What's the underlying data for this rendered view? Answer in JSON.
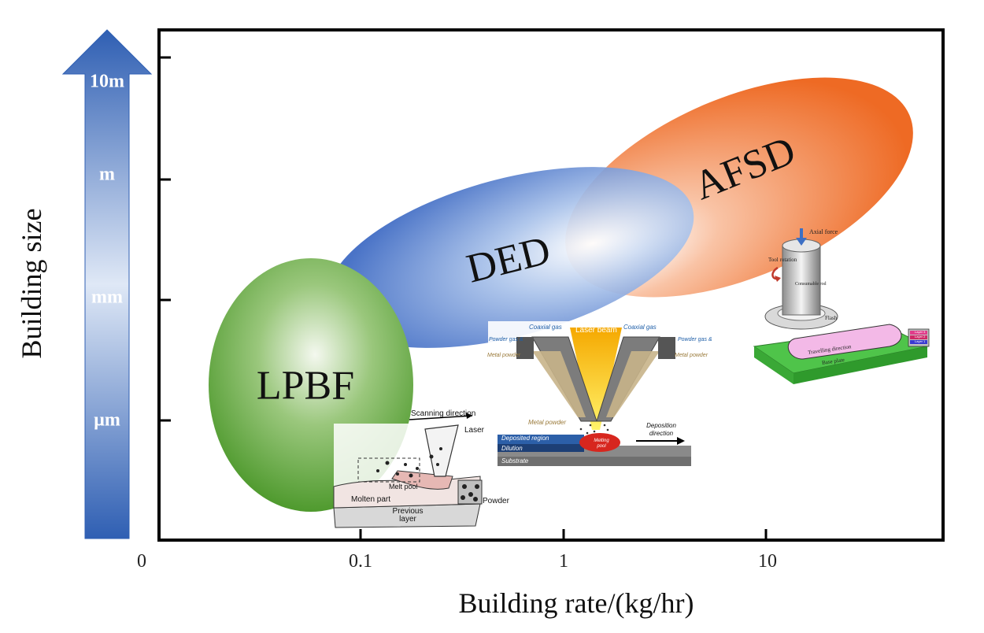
{
  "y_axis": {
    "label": "Building size",
    "scale_labels": [
      "10m",
      "m",
      "mm",
      "µm"
    ]
  },
  "x_axis": {
    "label": "Building rate/(kg/hr)",
    "ticks": [
      "0",
      "0.1",
      "1",
      "10"
    ]
  },
  "regions": [
    {
      "name": "LPBF",
      "color": "#5aa33a"
    },
    {
      "name": "DED",
      "color": "#3d6fc4"
    },
    {
      "name": "AFSD",
      "color": "#f0702a"
    }
  ],
  "lpbf_inset": {
    "scanning": "Scanning direction",
    "laser": "Laser",
    "melt_pool": "Melt pool",
    "molten_part": "Molten part",
    "previous_layer": "Previous layer",
    "powder": "Powder"
  },
  "ded_inset": {
    "laser_beam": "Laser beam",
    "coaxial_gas_left": "Coaxial gas",
    "coaxial_gas_right": "Coaxial gas",
    "powder_gas_left": "Powder gas &",
    "powder_gas_right": "Powder gas &",
    "metal_powder_left": "Metal powder",
    "metal_powder_right": "Metal powder",
    "metal_powder_stream": "Metal powder",
    "deposited_region": "Deposited region",
    "dilution": "Dilution",
    "melting_pool": "Melting pool",
    "substrate": "Substrate",
    "deposition_direction": "Deposition direction"
  },
  "afsd_inset": {
    "axial_force": "Axial force",
    "tool_rotation": "Tool rotation",
    "consumable_rod": "Consumable rod",
    "flash": "Flash",
    "traveling_direction": "Travelling direction",
    "base_plate": "Base plate",
    "layer3": "Layer 3",
    "layer2": "Layer 2",
    "layer1": "Layer 1"
  }
}
